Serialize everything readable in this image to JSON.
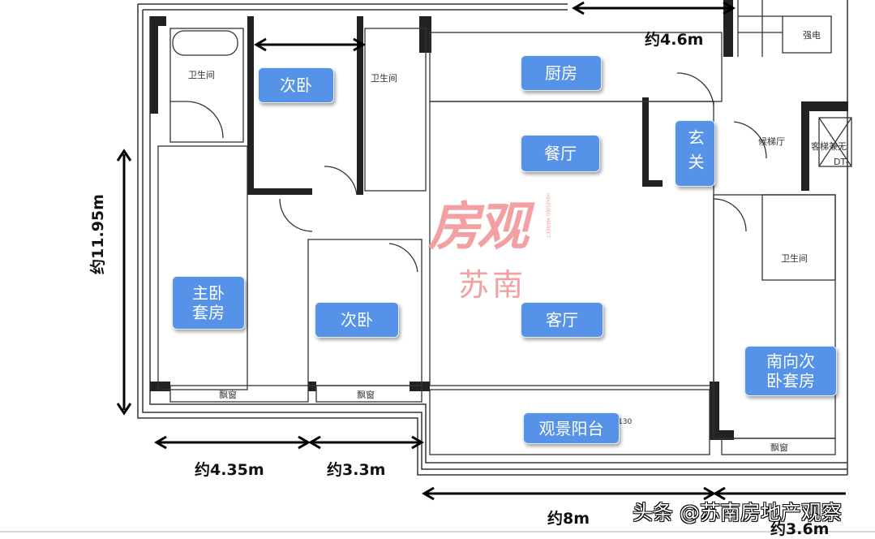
{
  "rooms": {
    "bedroom_north": "次卧",
    "kitchen": "厨房",
    "dining": "餐厅",
    "foyer": "玄关",
    "master_suite": "主卧\n套房",
    "master_suite_line1": "主卧",
    "master_suite_line2": "套房",
    "bedroom_south": "次卧",
    "living": "客厅",
    "south_suite_line1": "南向次",
    "south_suite_line2": "卧套房",
    "balcony": "观景阳台"
  },
  "plan_text": {
    "bath1": "卫生间",
    "bath2": "卫生间",
    "bath3": "卫生间",
    "electric": "强电",
    "lift_hall": "候梯厅",
    "lift": "客梯兼无",
    "lift_code": "DT-",
    "bay1": "飘窗",
    "bay2": "飘窗",
    "bay3": "飘窗",
    "note": "130"
  },
  "dimensions": {
    "top_width": "约4.6m",
    "height": "约11.95m",
    "master_width": "约4.35m",
    "bedroom_width": "约3.3m",
    "living_width": "约8m",
    "suite_width": "约3.6m"
  },
  "logo": {
    "main": "房观",
    "sub": "苏南",
    "en": "HOUSING MARKET"
  },
  "watermark": "头条 @苏南房地产观察",
  "colors": {
    "label": "#5592e8",
    "logo": "#f3a0a2"
  }
}
